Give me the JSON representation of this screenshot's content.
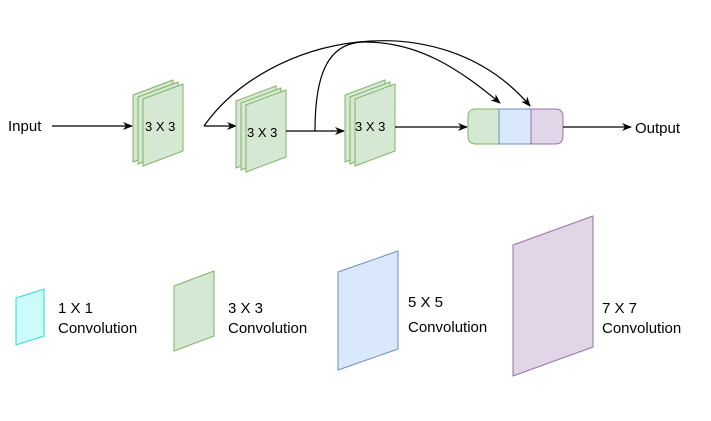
{
  "diagram": {
    "input_label": "Input",
    "output_label": "Output",
    "blocks": [
      {
        "label": "3 X 3"
      },
      {
        "label": "3 X 3"
      },
      {
        "label": "3 X 3"
      }
    ],
    "concat_segments": [
      "green",
      "blue",
      "purple"
    ]
  },
  "legend": [
    {
      "size": "1 X 1",
      "name": "Convolution",
      "color": "cyan"
    },
    {
      "size": "3 X 3",
      "name": "Convolution",
      "color": "green"
    },
    {
      "size": "5 X 5",
      "name": "Convolution",
      "color": "blue"
    },
    {
      "size": "7 X 7",
      "name": "Convolution",
      "color": "purple"
    }
  ],
  "colors": {
    "cyan_fill": "#ccfcfa",
    "cyan_stroke": "#2dd9de",
    "green_fill": "#d5e8d4",
    "green_stroke": "#82b366",
    "blue_fill": "#dae8fc",
    "blue_stroke": "#6c8ebf",
    "purple_fill": "#e1d5e7",
    "purple_stroke": "#9673a6",
    "line": "#000000"
  }
}
